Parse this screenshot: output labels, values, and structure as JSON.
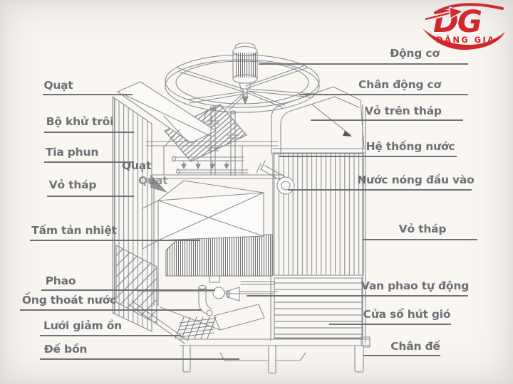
{
  "logo": {
    "monogram": "DG",
    "name": "ĐẶNG GIA",
    "color": "#d6242b"
  },
  "diagram": {
    "left_labels": [
      "Quạt",
      "Bộ khử trôi",
      "Tia phun",
      "Vỏ tháp",
      "Tấm tản nhiệt",
      "Phao",
      "Ống thoát nước",
      "Lưới giảm ồn",
      "Đế bồn"
    ],
    "right_labels": [
      "Động cơ",
      "Chân động cơ",
      "Vỏ trên tháp",
      "Hệ thống nước",
      "Nước nóng đầu vào",
      "Vỏ tháp",
      "Van phao tự động",
      "Cửa sổ hút gió",
      "Chân đế"
    ],
    "center_labels": [
      "Quạt",
      "Quạt"
    ]
  },
  "colors": {
    "background": "#faf7f3",
    "drawing_line": "#898e94",
    "leader_line": "#6d7277",
    "label_text": "#6b7076",
    "logo_red": "#d6242b"
  }
}
